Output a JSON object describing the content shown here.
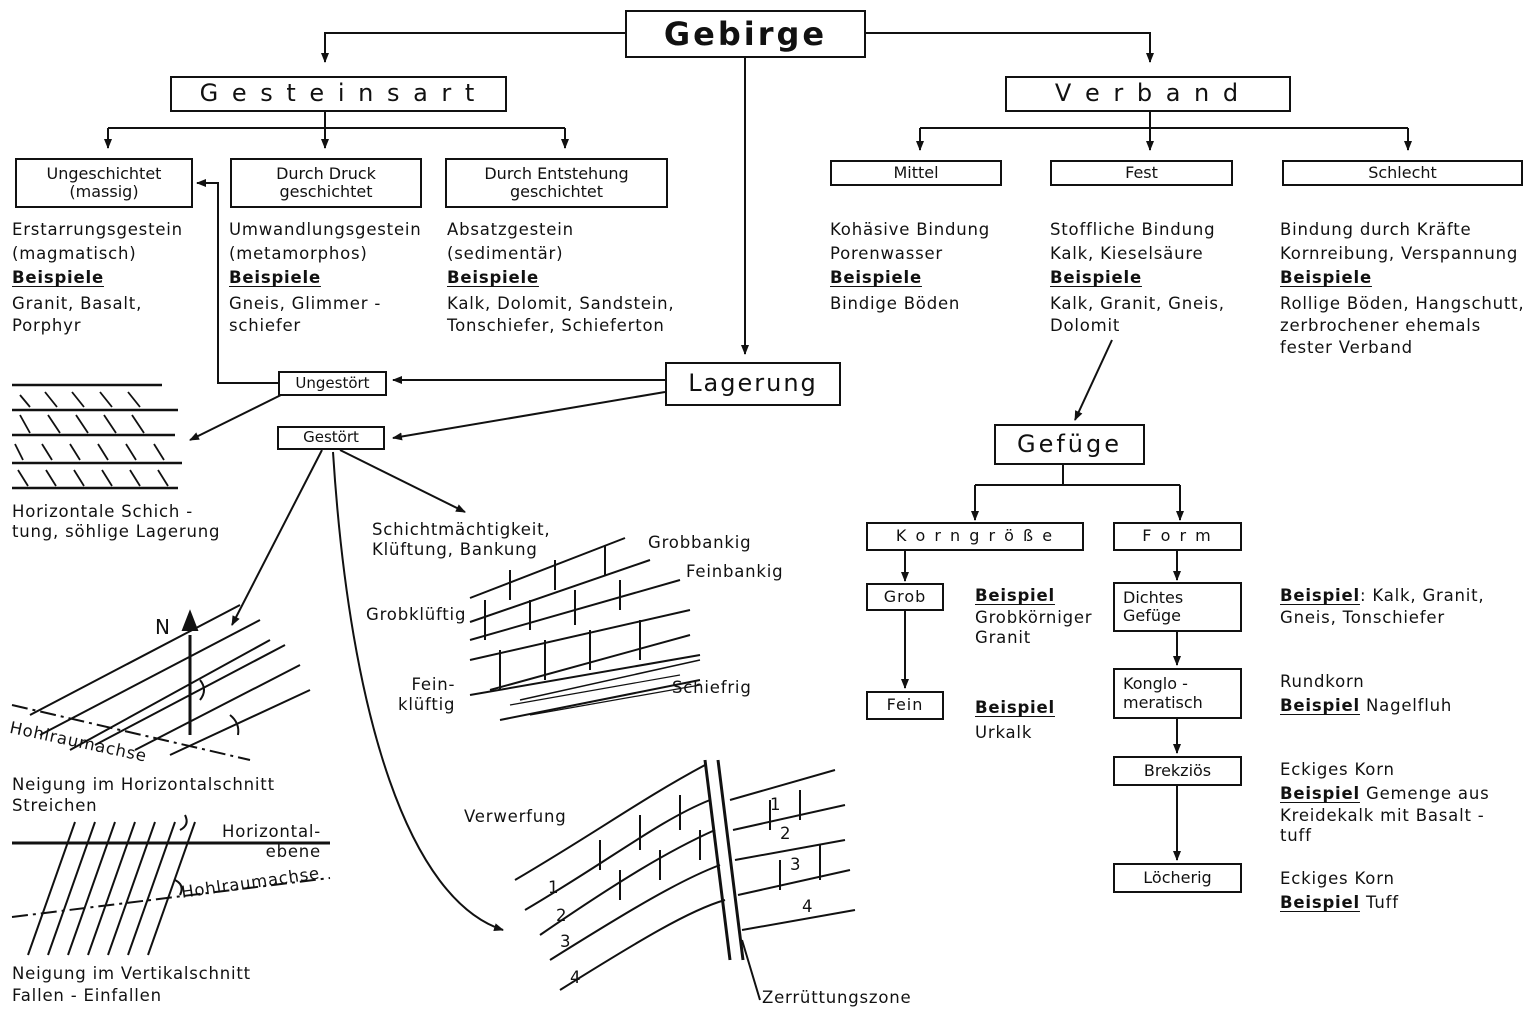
{
  "root": "Gebirge",
  "gesteinsart": {
    "title": "G e s t e i n s a r t",
    "col1": {
      "box": "Ungeschichtet\n(massig)",
      "line1": "Erstarrungsgestein",
      "line2": "(magmatisch)",
      "bsp": "Beispiele",
      "ex1": "Granit, Basalt,",
      "ex2": "Porphyr"
    },
    "col2": {
      "box": "Durch Druck\ngeschichtet",
      "line1": "Umwandlungsgestein",
      "line2": "(metamorphos)",
      "bsp": "Beispiele",
      "ex1": "Gneis, Glimmer -",
      "ex2": "schiefer"
    },
    "col3": {
      "box": "Durch Entstehung\ngeschichtet",
      "line1": "Absatzgestein",
      "line2": "(sedimentär)",
      "bsp": "Beispiele",
      "ex1": "Kalk, Dolomit, Sandstein,",
      "ex2": "Tonschiefer, Schieferton"
    }
  },
  "verband": {
    "title": "V e r b a n d",
    "col1": {
      "box": "Mittel",
      "line1": "Kohäsive Bindung",
      "line2": "Porenwasser",
      "bsp": "Beispiele",
      "ex1": "Bindige Böden",
      "ex2": ""
    },
    "col2": {
      "box": "Fest",
      "line1": "Stoffliche Bindung",
      "line2": "Kalk, Kieselsäure",
      "bsp": "Beispiele",
      "ex1": "Kalk, Granit, Gneis,",
      "ex2": "Dolomit"
    },
    "col3": {
      "box": "Schlecht",
      "line1": "Bindung durch Kräfte",
      "line2": "Kornreibung, Verspannung",
      "bsp": "Beispiele",
      "ex1": "Rollige Böden, Hangschutt,",
      "ex2": "zerbrochener ehemals",
      "ex3": "fester Verband"
    }
  },
  "lagerung": {
    "title": "Lagerung",
    "ungestoert": "Ungestört",
    "gestoert": "Gestört",
    "horiz1": "Horizontale Schich -",
    "horiz2": "tung, söhlige Lagerung",
    "schicht1": "Schichtmächtigkeit,",
    "schicht2": "Klüftung, Bankung",
    "grobbankig": "Grobbankig",
    "feinbankig": "Feinbankig",
    "grobklueftig": "Grobklüftig",
    "feinklueftig": "Fein-\nklüftig",
    "schiefrig": "Schiefrig",
    "north": "N",
    "hohlraumachse": "Hohlraumachse",
    "neig_h1": "Neigung im Horizontalschnitt",
    "neig_h2": "Streichen",
    "horizontalebene": "Horizontal-\nebene",
    "hohlraumachse2": "Hohlraumachse",
    "neig_v1": "Neigung im Vertikalschnitt",
    "neig_v2": "Fallen - Einfallen",
    "verwerfung": "Verwerfung",
    "zerruettungszone": "Zerrüttungszone",
    "nums": [
      "1",
      "2",
      "3",
      "4"
    ]
  },
  "gefuege": {
    "title": "Gefüge",
    "korngroesse": "K o r n g r ö ß e",
    "form": "F o r m",
    "grob": "Grob",
    "fein": "Fein",
    "grob_bsp": "Beispiel",
    "grob_t1": "Grobkörniger",
    "grob_t2": "Granit",
    "fein_bsp": "Beispiel",
    "fein_t": "Urkalk",
    "dichtes": "Dichtes\nGefüge",
    "konglo": "Konglo -\nmeratisch",
    "brekzios": "Brekziös",
    "loecherig": "Löcherig",
    "d_bsp": "Beispiel",
    "d_t": ": Kalk, Granit,",
    "d_t2": "Gneis, Tonschiefer",
    "k_t1": "Rundkorn",
    "k_bsp": "Beispiel",
    "k_t2": " Nagelfluh",
    "b_t1": "Eckiges  Korn",
    "b_bsp": "Beispiel",
    "b_t2": " Gemenge aus",
    "b_t3": "Kreidekalk mit Basalt -",
    "b_t4": "tuff",
    "l_t1": "Eckiges  Korn",
    "l_bsp": "Beispiel",
    "l_t2": " Tuff"
  }
}
